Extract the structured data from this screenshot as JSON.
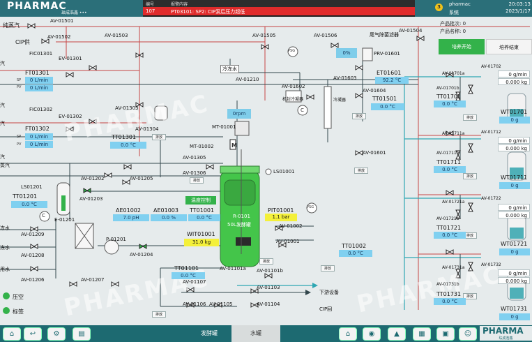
{
  "header": {
    "logo": "PHARMAC",
    "logo_sub": "珐成浩鑫 •••",
    "alarm_col_no": "编号",
    "alarm_col_content": "报警内容",
    "alarm_no": "107",
    "alarm_text": "PT03101: SP2: CIP泵后压力超低",
    "user_badge": "3",
    "user_name": "pharmac",
    "user_role": "系统",
    "time": "20:03:13",
    "date": "2023/1/17"
  },
  "batch": {
    "batch_label": "产品批次: 0",
    "name_label": "产品名称: 0",
    "start_button": "培养开始",
    "end_button": "培养结束"
  },
  "lines": {
    "pure_steam": "纯蒸汽",
    "cip_supply": "CIP供",
    "cold_water": "冷冻水",
    "exhaust_filter": "尾气除菌滤器",
    "condenser": "冷凝器",
    "mech_seal": "机封冷凝器",
    "downstream": "下游设备",
    "cip_return": "CIP回"
  },
  "edge_labels": {
    "l1": "汽",
    "l2": "汽",
    "l3": "汽",
    "l4": "汽",
    "l5": "蒸汽",
    "l6": "冻水",
    "l7": "冻水",
    "l8": "用水"
  },
  "tags": {
    "av01501": "AV-01501",
    "av01502": "AV-01502",
    "av01503": "AV-01503",
    "av01505": "AV-01505",
    "av01506": "AV-01506",
    "av01504": "AV-01504",
    "av01303": "AV-01303",
    "av01210": "AV-01210",
    "av01602": "AV-01602",
    "av01603": "AV-01603",
    "av01604": "AV-01604",
    "av01601": "AV-01601",
    "av01304": "AV-01304",
    "av01305": "AV-01305",
    "av01306": "AV-01306",
    "av01202": "AV-01202",
    "av01203": "AV-01203",
    "av01204": "AV-01204",
    "av01209": "AV-01209",
    "av01208": "AV-01208",
    "av01205": "AV-01205",
    "av01207": "AV-01207",
    "av01206": "AV-01206",
    "av01107": "AV-01107",
    "av01106": "AV-01106",
    "av01105": "AV-01105",
    "av01104": "AV-01104",
    "av01103": "AV-01103",
    "av01101a": "AV-01101a",
    "av01101b": "AV-01101b",
    "av01102": "AV-01102",
    "av01001": "AV-01001",
    "av01002": "AV-01002",
    "ev01301": "EV-01301",
    "ev01302": "EV-01302",
    "ev01201": "E-01201",
    "prv01601": "PRV-01601",
    "ls01001": "LS01001",
    "ls01201": "LS01201",
    "mt01001": "MT-01001",
    "mt01002": "MT-01002",
    "p01201": "P-01201",
    "reactor_id": "R-0101",
    "reactor_name": "50L发酵罐",
    "temp_ctrl": "温度控制",
    "pressure_btn": "PSG",
    "pressure_btn2": "PSG",
    "drain": "排放",
    "c_mark": "C",
    "m_mark": "M",
    "sp": "SP",
    "pv": "PV"
  },
  "readings": {
    "ft01301": "FT01301",
    "ft01301_sp": "0 L/min",
    "ft01301_pv": "0 L/min",
    "ft01302": "FT01302",
    "ft01302_sp": "0 L/min",
    "ft01302_pv": "0 L/min",
    "fic01301": "FIC01301",
    "fic01302": "FIC01302",
    "ev01301": "EV-01301",
    "ev01302": "EV-01302",
    "tt01301": "TT01301",
    "tt01301_v": "0.0 °C",
    "tt01201": "TT01201",
    "tt01201_v": "0.0 °C",
    "rpm": "0rpm",
    "pct": "0%",
    "et01601": "ET01601",
    "et01601_v": "92.2 °C",
    "tt01501": "TT01501",
    "tt01501_v": "0.0 °C",
    "ae01002": "AE01002",
    "ae01002_v": "7.0 pH",
    "ae01003": "AE01003",
    "ae01003_v": "0.0 %",
    "tt01001": "TT01001",
    "tt01001_v": "0.0 °C",
    "pit01001": "PIT01001",
    "pit01001_v": "1.1 bar",
    "wit01001": "WIT01001",
    "wit01001_v": "31.0 kg",
    "tt01002": "TT01002",
    "tt01002_v": "0.0 °C",
    "tt01101": "TT01101",
    "tt01101_v": "0.0 °C"
  },
  "right_units": [
    {
      "tt": "TT01701",
      "tt_v": "0.0 °C",
      "wt": "WT01701",
      "wt_v": "0 g",
      "flow": "0 g/min",
      "mass": "0.000 kg",
      "v1": "AV-01701a",
      "v2": "AV-01702",
      "v3": "AV-01701b"
    },
    {
      "tt": "TT01711",
      "tt_v": "0.0 °C",
      "wt": "WT01711",
      "wt_v": "0 g",
      "flow": "0 g/min",
      "mass": "0.000 kg",
      "v1": "AV-01711a",
      "v2": "AV-01712",
      "v3": "AV-01711b"
    },
    {
      "tt": "TT01721",
      "tt_v": "0.0 °C",
      "wt": "WT01721",
      "wt_v": "0 g",
      "flow": "0 g/min",
      "mass": "0.000 kg",
      "v1": "AV-01721a",
      "v2": "AV-01722",
      "v3": "AV-01721b"
    },
    {
      "tt": "TT01731",
      "tt_v": "0.0 °C",
      "wt": "WT01731",
      "wt_v": "0 g",
      "flow": "0 g/min",
      "mass": "0.000 kg",
      "v1": "AV-01731a",
      "v2": "AV-01732",
      "v3": "AV-01731b"
    }
  ],
  "legend": {
    "pressure": "压空",
    "standard": "标签"
  },
  "tabs": {
    "fermenter": "发酵罐",
    "water_tank": "水罐"
  },
  "brand_bottom": "PHARMA",
  "brand_bottom_sub": "珐成浩鑫",
  "watermark": "PHARMAC",
  "colors": {
    "header": "#2b6f79",
    "alarm_red": "#e02b2b",
    "green_button": "#33b24a",
    "value_blue": "#80d0f0",
    "value_yellow": "#f4f03a",
    "reactor_green": "#44c54a",
    "pipe_teal": "#2ea7b3",
    "pipe_red": "#c64545"
  }
}
